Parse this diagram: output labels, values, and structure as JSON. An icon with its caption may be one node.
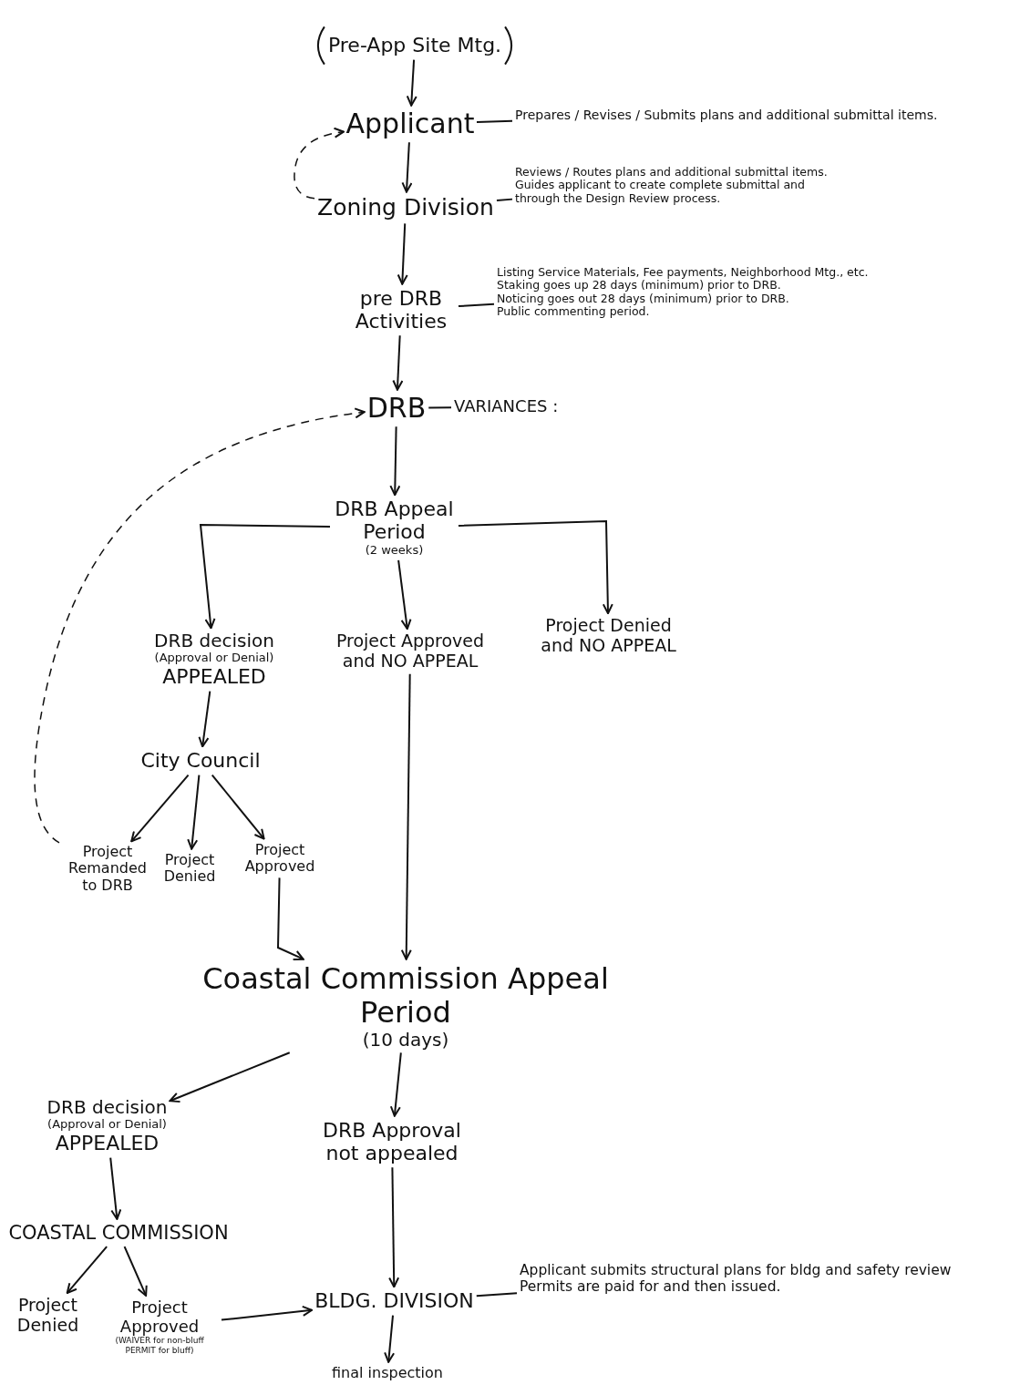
{
  "diagram": {
    "nodes": [
      {
        "text": [
          "Pre-App Site Mtg."
        ]
      },
      {
        "text": [
          "Applicant"
        ]
      },
      {
        "text": [
          "Prepares / Revises / Submits plans and additional submittal items."
        ]
      },
      {
        "text": [
          "Zoning Division"
        ]
      },
      {
        "text": [
          "Reviews / Routes plans and additional submittal items.",
          "Guides applicant to create complete submittal and through the Design Review process."
        ]
      },
      {
        "text": [
          "pre DRB Activities"
        ]
      },
      {
        "text": [
          "Listing Service Materials, Fee payments, Neighborhood Mtg., etc.",
          "Staking goes up 28 days (minimum) prior to DRB.",
          "Noticing goes out 28 days (minimum) prior to DRB.",
          "Public commenting period."
        ]
      },
      {
        "text": [
          "DRB"
        ]
      },
      {
        "text": [
          "VARIANCES :"
        ]
      },
      {
        "text": [
          "DRB Appeal Period",
          "(2 weeks)"
        ]
      },
      {
        "text": [
          "DRB decision",
          "(Approval or Denial)",
          "APPEALED"
        ]
      },
      {
        "text": [
          "Project Approved and NO APPEAL"
        ]
      },
      {
        "text": [
          "Project Denied and NO APPEAL"
        ]
      },
      {
        "text": [
          "City Council"
        ]
      },
      {
        "text": [
          "Project Remanded to DRB"
        ]
      },
      {
        "text": [
          "Project Denied"
        ]
      },
      {
        "text": [
          "Project Approved"
        ]
      },
      {
        "text": [
          "Coastal Commission Appeal Period",
          "(10 days)"
        ]
      },
      {
        "text": [
          "DRB decision",
          "(Approval or Denial)",
          "APPEALED"
        ]
      },
      {
        "text": [
          "DRB Approval not appealed"
        ]
      },
      {
        "text": [
          "COASTAL COMMISSION"
        ]
      },
      {
        "text": [
          "Project Denied"
        ]
      },
      {
        "text": [
          "Project Approved",
          "(WAIVER for non-bluff PERMIT for bluff)"
        ]
      },
      {
        "text": [
          "BLDG. DIVISION"
        ]
      },
      {
        "text": [
          "Applicant submits structural plans for bldg and safety review",
          "Permits are paid for and then issued."
        ]
      },
      {
        "text": [
          "final inspection"
        ]
      }
    ],
    "edges": [
      {
        "from": 0,
        "to": 1,
        "arrow": "to"
      },
      {
        "from": 1,
        "to": 2,
        "arrow": "none"
      },
      {
        "from": 3,
        "to": 1,
        "arrow": "to",
        "style": "dashed"
      },
      {
        "from": 1,
        "to": 3,
        "arrow": "to"
      },
      {
        "from": 3,
        "to": 4,
        "arrow": "none"
      },
      {
        "from": 3,
        "to": 5,
        "arrow": "to"
      },
      {
        "from": 5,
        "to": 6,
        "arrow": "none"
      },
      {
        "from": 5,
        "to": 7,
        "arrow": "to"
      },
      {
        "from": 7,
        "to": 8,
        "arrow": "none"
      },
      {
        "from": 14,
        "to": 7,
        "arrow": "to",
        "style": "dashed"
      },
      {
        "from": 7,
        "to": 9,
        "arrow": "to"
      },
      {
        "from": 9,
        "to": 10,
        "arrow": "to"
      },
      {
        "from": 9,
        "to": 11,
        "arrow": "to"
      },
      {
        "from": 9,
        "to": 12,
        "arrow": "to"
      },
      {
        "from": 10,
        "to": 13,
        "arrow": "to"
      },
      {
        "from": 13,
        "to": 14,
        "arrow": "to"
      },
      {
        "from": 13,
        "to": 15,
        "arrow": "to"
      },
      {
        "from": 13,
        "to": 16,
        "arrow": "to"
      },
      {
        "from": 16,
        "to": 17,
        "arrow": "to"
      },
      {
        "from": 11,
        "to": 17,
        "arrow": "to"
      },
      {
        "from": 17,
        "to": 18,
        "arrow": "to"
      },
      {
        "from": 17,
        "to": 19,
        "arrow": "to"
      },
      {
        "from": 18,
        "to": 20,
        "arrow": "to"
      },
      {
        "from": 20,
        "to": 21,
        "arrow": "to"
      },
      {
        "from": 20,
        "to": 22,
        "arrow": "to"
      },
      {
        "from": 22,
        "to": 23,
        "arrow": "to"
      },
      {
        "from": 19,
        "to": 23,
        "arrow": "to"
      },
      {
        "from": 23,
        "to": 24,
        "arrow": "none"
      },
      {
        "from": 23,
        "to": 25,
        "arrow": "to"
      }
    ]
  }
}
